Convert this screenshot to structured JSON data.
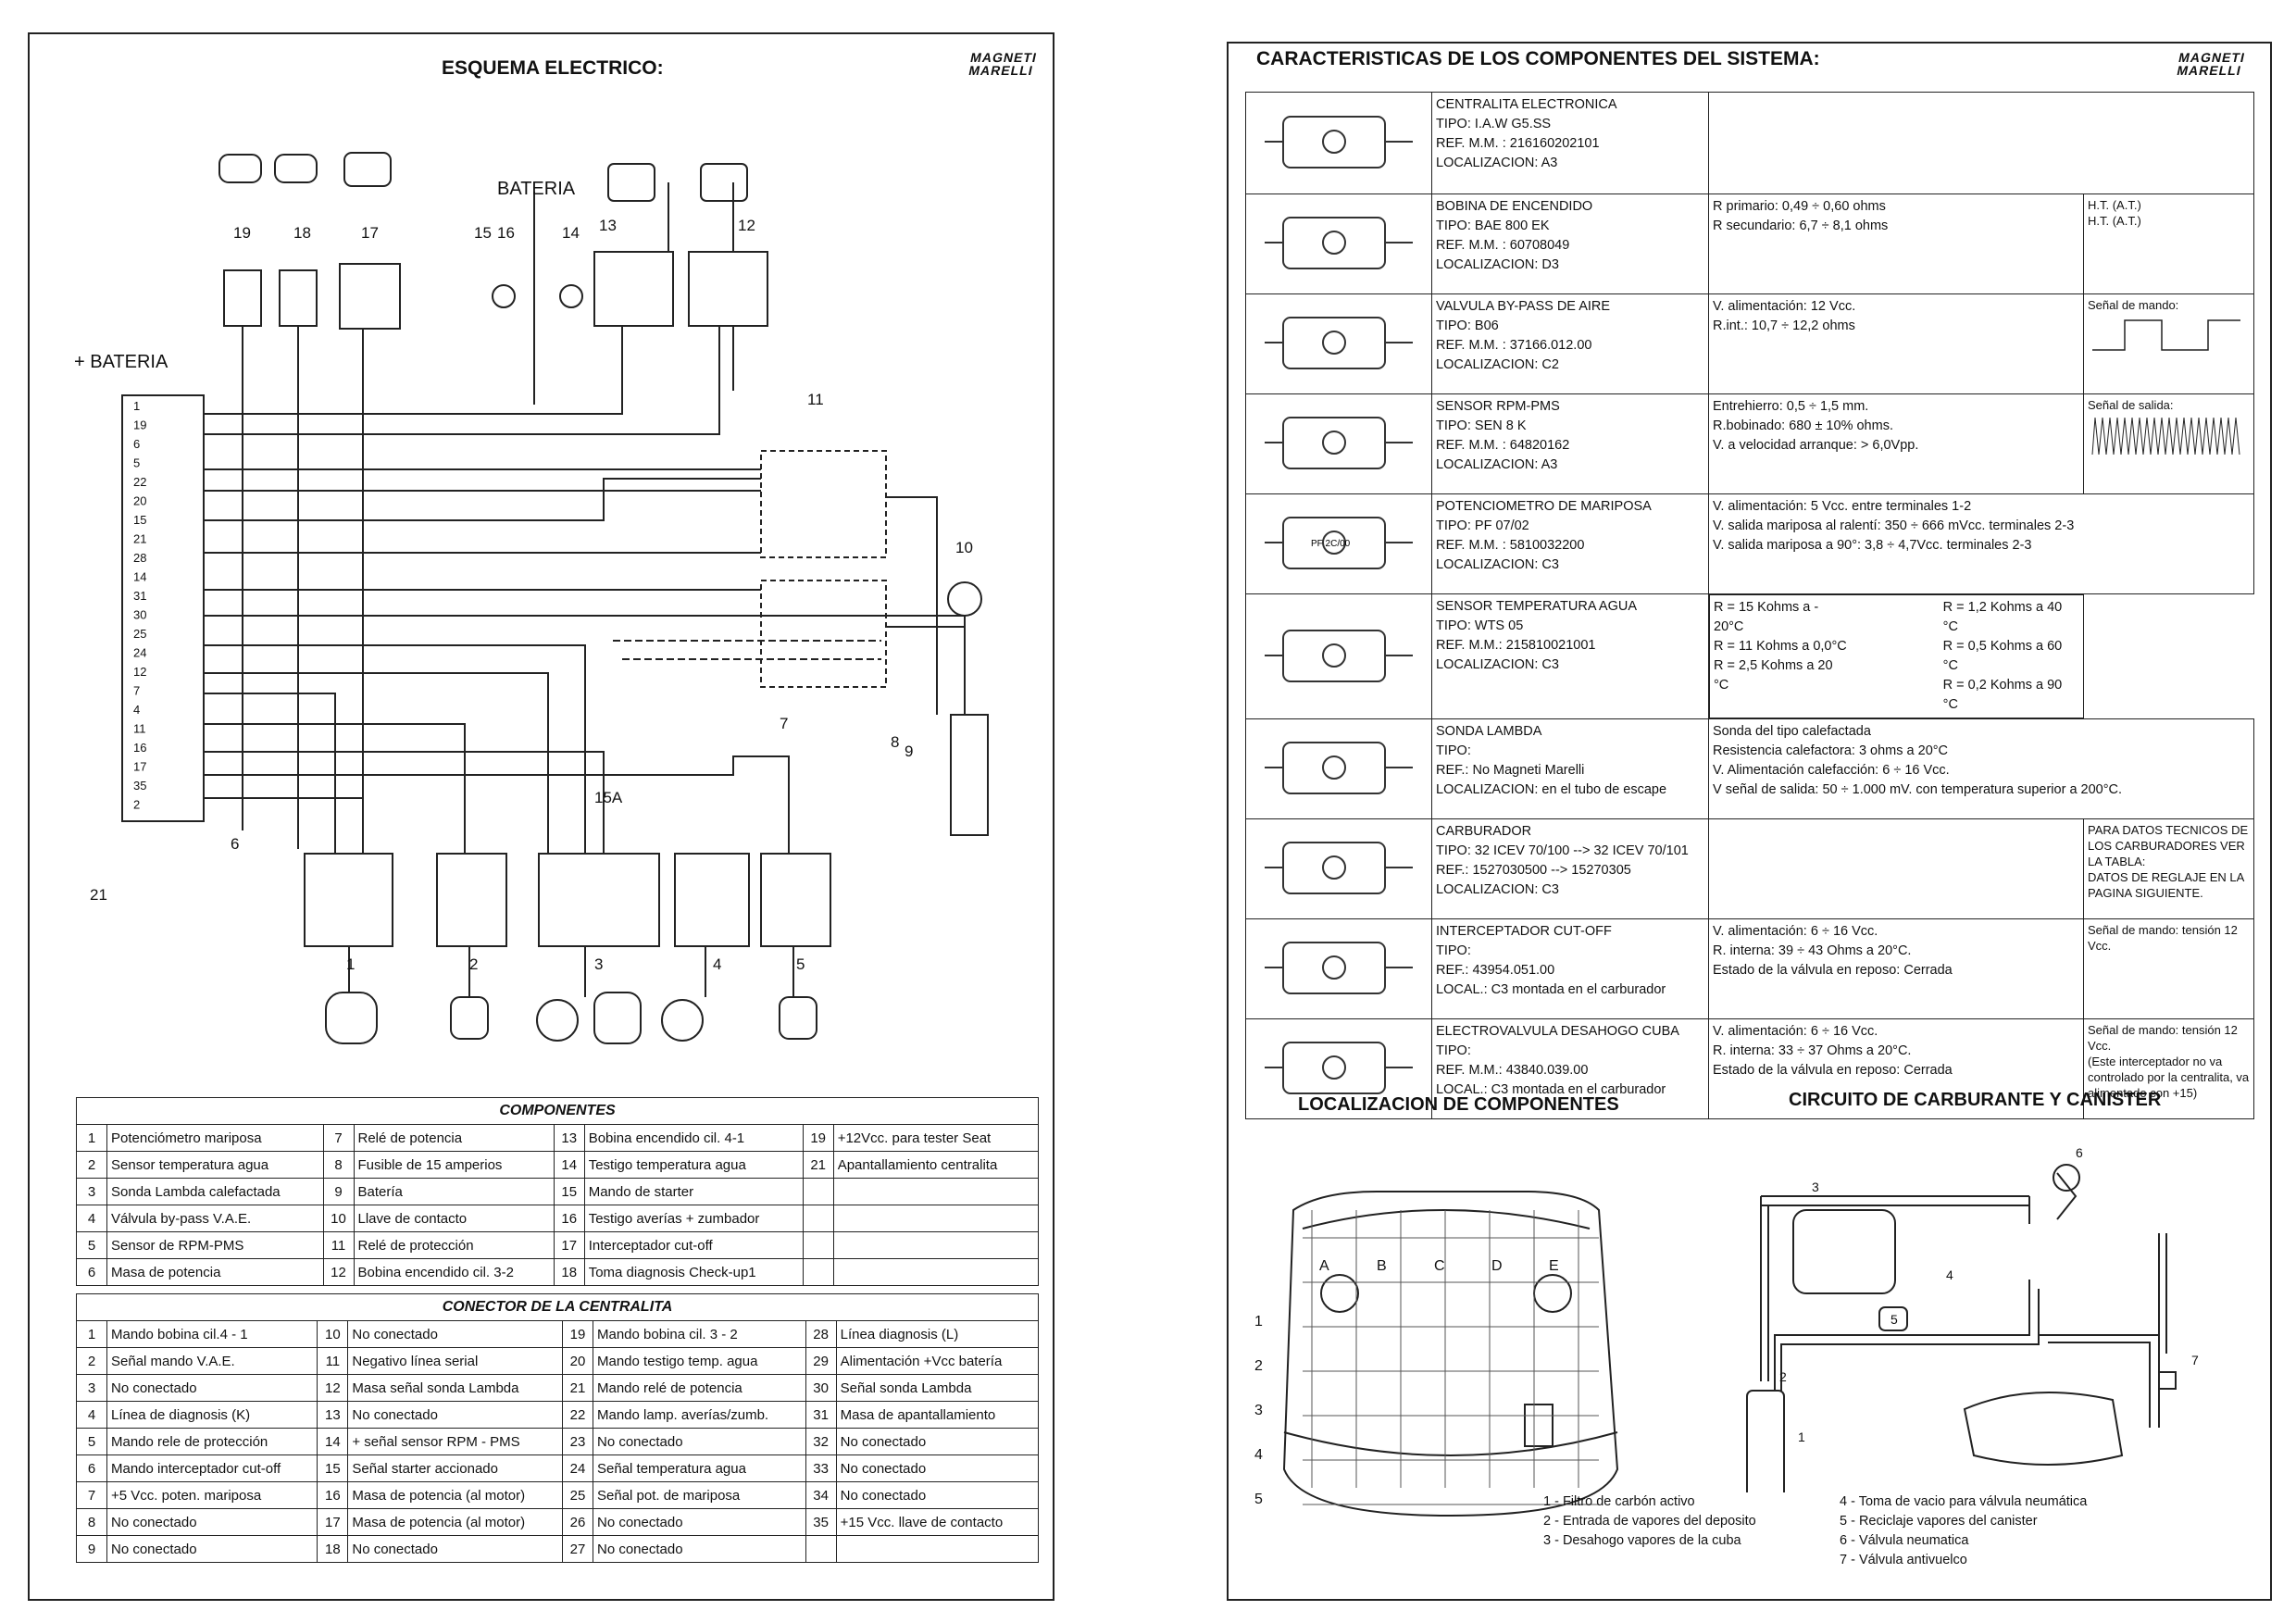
{
  "left": {
    "title": "ESQUEMA ELECTRICO:",
    "logo": [
      "MAGNETI",
      "MARELLI"
    ],
    "diagram": {
      "bateria_top": "BATERIA",
      "bateria_left": "+ BATERIA",
      "top_numbers": [
        "19",
        "18",
        "17",
        "15",
        "16",
        "14",
        "13",
        "12",
        "11",
        "10"
      ],
      "pin_numbers": [
        "1",
        "19",
        "6",
        "5",
        "22",
        "20",
        "15",
        "21",
        "28",
        "14",
        "31",
        "30",
        "25",
        "24",
        "12",
        "7",
        "4",
        "11",
        "16",
        "17",
        "35",
        "2"
      ],
      "bottom_numbers": [
        "1",
        "2",
        "3",
        "4",
        "5",
        "6",
        "7",
        "8",
        "9",
        "21"
      ],
      "fuse_label": "15A"
    },
    "components_title": "COMPONENTES",
    "components": [
      [
        [
          "1",
          "Potenciómetro mariposa"
        ],
        [
          "7",
          "Relé de potencia"
        ],
        [
          "13",
          "Bobina encendido cil. 4-1"
        ],
        [
          "19",
          "+12Vcc. para tester Seat"
        ]
      ],
      [
        [
          "2",
          "Sensor temperatura agua"
        ],
        [
          "8",
          "Fusible de 15 amperios"
        ],
        [
          "14",
          "Testigo temperatura agua"
        ],
        [
          "21",
          "Apantallamiento centralita"
        ]
      ],
      [
        [
          "3",
          "Sonda Lambda calefactada"
        ],
        [
          "9",
          "Batería"
        ],
        [
          "15",
          "Mando de starter"
        ],
        [
          "",
          ""
        ]
      ],
      [
        [
          "4",
          "Válvula by-pass V.A.E."
        ],
        [
          "10",
          "Llave de contacto"
        ],
        [
          "16",
          "Testigo averías + zumbador"
        ],
        [
          "",
          ""
        ]
      ],
      [
        [
          "5",
          "Sensor de RPM-PMS"
        ],
        [
          "11",
          "Relé de protección"
        ],
        [
          "17",
          "Interceptador cut-off"
        ],
        [
          "",
          ""
        ]
      ],
      [
        [
          "6",
          "Masa de potencia"
        ],
        [
          "12",
          "Bobina encendido cil. 3-2"
        ],
        [
          "18",
          "Toma diagnosis Check-up1"
        ],
        [
          "",
          ""
        ]
      ]
    ],
    "connector_title": "CONECTOR DE LA CENTRALITA",
    "connector": [
      [
        [
          "1",
          "Mando bobina cil.4 - 1"
        ],
        [
          "10",
          "No conectado"
        ],
        [
          "19",
          "Mando bobina cil. 3 - 2"
        ],
        [
          "28",
          "Línea diagnosis (L)"
        ]
      ],
      [
        [
          "2",
          "Señal mando V.A.E."
        ],
        [
          "11",
          "Negativo línea serial"
        ],
        [
          "20",
          "Mando testigo temp. agua"
        ],
        [
          "29",
          "Alimentación +Vcc batería"
        ]
      ],
      [
        [
          "3",
          "No conectado"
        ],
        [
          "12",
          "Masa señal sonda Lambda"
        ],
        [
          "21",
          "Mando relé de potencia"
        ],
        [
          "30",
          "Señal sonda Lambda"
        ]
      ],
      [
        [
          "4",
          "Línea de diagnosis (K)"
        ],
        [
          "13",
          "No conectado"
        ],
        [
          "22",
          "Mando lamp. averías/zumb."
        ],
        [
          "31",
          "Masa de apantallamiento"
        ]
      ],
      [
        [
          "5",
          "Mando rele de protección"
        ],
        [
          "14",
          "+ señal sensor RPM - PMS"
        ],
        [
          "23",
          "No conectado"
        ],
        [
          "32",
          "No conectado"
        ]
      ],
      [
        [
          "6",
          "Mando interceptador cut-off"
        ],
        [
          "15",
          "Señal starter accionado"
        ],
        [
          "24",
          "Señal temperatura agua"
        ],
        [
          "33",
          "No conectado"
        ]
      ],
      [
        [
          "7",
          "+5 Vcc. poten. mariposa"
        ],
        [
          "16",
          "Masa de potencia (al motor)"
        ],
        [
          "25",
          "Señal pot. de mariposa"
        ],
        [
          "34",
          "No conectado"
        ]
      ],
      [
        [
          "8",
          "No conectado"
        ],
        [
          "17",
          "Masa de potencia (al motor)"
        ],
        [
          "26",
          "No conectado"
        ],
        [
          "35",
          "+15 Vcc. llave de contacto"
        ]
      ],
      [
        [
          "9",
          "No conectado"
        ],
        [
          "18",
          "No conectado"
        ],
        [
          "27",
          "No conectado"
        ],
        [
          "",
          ""
        ]
      ]
    ]
  },
  "right": {
    "title": "CARACTERISTICAS DE LOS COMPONENTES DEL SISTEMA:",
    "logo": [
      "MAGNETI",
      "MARELLI"
    ],
    "specs": [
      {
        "lines": [
          "CENTRALITA ELECTRONICA",
          "TIPO: I.A.W G5.SS",
          "REF. M.M. : 216160202101",
          "LOCALIZACION: A3"
        ],
        "data": [],
        "extra": []
      },
      {
        "lines": [
          "BOBINA DE ENCENDIDO",
          "TIPO: BAE 800 EK",
          "REF. M.M. : 60708049",
          "LOCALIZACION: D3"
        ],
        "data": [
          "R primario: 0,49 ÷ 0,60 ohms",
          "R secundario: 6,7 ÷ 8,1 ohms"
        ],
        "extra": [
          "H.T. (A.T.)",
          "H.T. (A.T.)"
        ]
      },
      {
        "lines": [
          "VALVULA BY-PASS DE AIRE",
          "TIPO: B06",
          "REF. M.M. : 37166.012.00",
          "LOCALIZACION: C2"
        ],
        "data": [
          "V. alimentación: 12 Vcc.",
          "R.int.: 10,7 ÷ 12,2 ohms"
        ],
        "extra": [
          "Señal de mando:"
        ]
      },
      {
        "lines": [
          "SENSOR RPM-PMS",
          "TIPO: SEN 8 K",
          "REF. M.M. : 64820162",
          "LOCALIZACION: A3"
        ],
        "data": [
          "Entrehierro: 0,5 ÷ 1,5 mm.",
          "R.bobinado: 680 ± 10% ohms.",
          "V. a velocidad arranque: > 6,0Vpp."
        ],
        "extra": [
          "Señal de salida:"
        ]
      },
      {
        "lines": [
          "POTENCIOMETRO DE MARIPOSA",
          "TIPO: PF 07/02",
          "REF. M.M. : 5810032200",
          "LOCALIZACION: C3"
        ],
        "data": [
          "V. alimentación: 5 Vcc. entre terminales 1-2",
          "V. salida mariposa al ralentí: 350 ÷ 666 mVcc. terminales 2-3",
          "V. salida mariposa a 90°: 3,8 ÷ 4,7Vcc. terminales  2-3"
        ],
        "extra": [],
        "img_label": "PF 2C/00"
      },
      {
        "lines": [
          "SENSOR TEMPERATURA AGUA",
          "TIPO: WTS 05",
          "REF. M.M.: 215810021001",
          "LOCALIZACION: C3"
        ],
        "data": [
          "R = 15 Kohms a - 20°C",
          "R = 11 Kohms a 0,0°C",
          "R = 2,5 Kohms a 20 °C"
        ],
        "data2": [
          "R = 1,2 Kohms a 40 °C",
          "R = 0,5 Kohms a 60 °C",
          "R = 0,2 Kohms a 90 °C"
        ],
        "extra": []
      },
      {
        "lines": [
          "SONDA LAMBDA",
          "TIPO:",
          "REF.: No Magneti Marelli",
          "LOCALIZACION: en el tubo de escape"
        ],
        "data": [
          "Sonda del tipo calefactada",
          "Resistencia calefactora: 3 ohms a 20°C",
          "V. Alimentación calefacción: 6 ÷ 16 Vcc.",
          "V  señal de salida: 50 ÷ 1.000 mV. con temperatura superior a 200°C."
        ],
        "extra": []
      },
      {
        "lines": [
          "CARBURADOR",
          "TIPO: 32 ICEV 70/100 --> 32 ICEV 70/101",
          "REF.: 1527030500 --> 15270305",
          "LOCALIZACION: C3"
        ],
        "data": [],
        "extra": [
          "PARA DATOS TECNICOS DE LOS CARBURADORES VER LA TABLA:",
          "DATOS DE REGLAJE EN LA PAGINA SIGUIENTE."
        ]
      },
      {
        "lines": [
          "INTERCEPTADOR CUT-OFF",
          "TIPO:",
          "REF.: 43954.051.00",
          "LOCAL.: C3  montada en el carburador"
        ],
        "data": [
          "V. alimentación: 6 ÷ 16 Vcc.",
          "R. interna: 39 ÷ 43 Ohms a 20°C.",
          "Estado de la válvula en reposo: Cerrada"
        ],
        "extra": [
          "Señal de mando: tensión 12 Vcc."
        ]
      },
      {
        "lines": [
          "ELECTROVALVULA DESAHOGO CUBA",
          "TIPO:",
          "REF. M.M.: 43840.039.00",
          "LOCAL.: C3  montada en el carburador"
        ],
        "data": [
          "V. alimentación: 6 ÷ 16 Vcc.",
          "R. interna: 33 ÷ 37 Ohms a 20°C.",
          "Estado de la válvula en reposo: Cerrada"
        ],
        "extra": [
          "Señal de mando: tensión 12 Vcc.",
          "(Este interceptador no va controlado por la centralita, va alimentado con +15)"
        ]
      }
    ],
    "localizacion_title": "LOCALIZACION DE COMPONENTES",
    "grid_cols": [
      "A",
      "B",
      "C",
      "D",
      "E"
    ],
    "grid_rows": [
      "1",
      "2",
      "3",
      "4",
      "5"
    ],
    "circuito_title": "CIRCUITO DE CARBURANTE Y CANISTER",
    "circuit_numbers": [
      "1",
      "2",
      "3",
      "4",
      "5",
      "6",
      "7"
    ],
    "legend_left": [
      "1 - Filtro de carbón activo",
      "2 - Entrada de vapores del deposito",
      "3 - Desahogo vapores de la cuba"
    ],
    "legend_right": [
      "4 - Toma de vacio para válvula neumática",
      "5 - Reciclaje vapores del canister",
      "6 - Válvula neumatica",
      "7 - Válvula antivuelco"
    ]
  }
}
